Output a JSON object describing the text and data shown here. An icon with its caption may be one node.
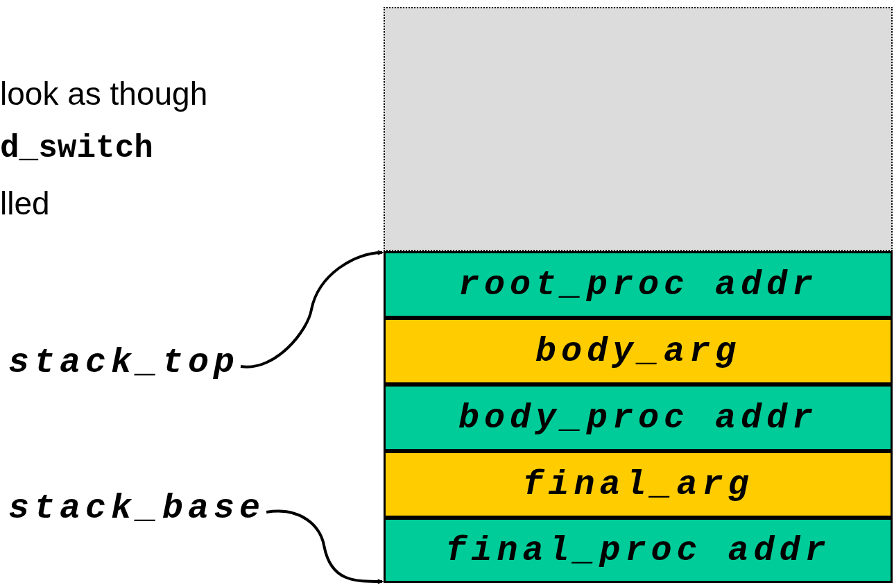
{
  "diagram": {
    "nodes": [
      {
        "text": [],
        "shape": "box"
      },
      {
        "text": [
          "root_proc addr"
        ]
      },
      {
        "text": [
          "body_arg"
        ]
      },
      {
        "text": [
          "body_proc addr"
        ]
      },
      {
        "text": [
          "final_arg"
        ]
      },
      {
        "text": [
          "final_proc addr"
        ]
      },
      {
        "text": [
          "stack_top"
        ]
      },
      {
        "text": [
          "stack_base"
        ]
      }
    ],
    "edges": [
      {
        "from": 6,
        "to": 1,
        "arrow": "to"
      },
      {
        "from": 7,
        "to": 5,
        "arrow": "to"
      }
    ],
    "labels": [
      "look as though",
      "d_switch",
      "lled"
    ]
  }
}
